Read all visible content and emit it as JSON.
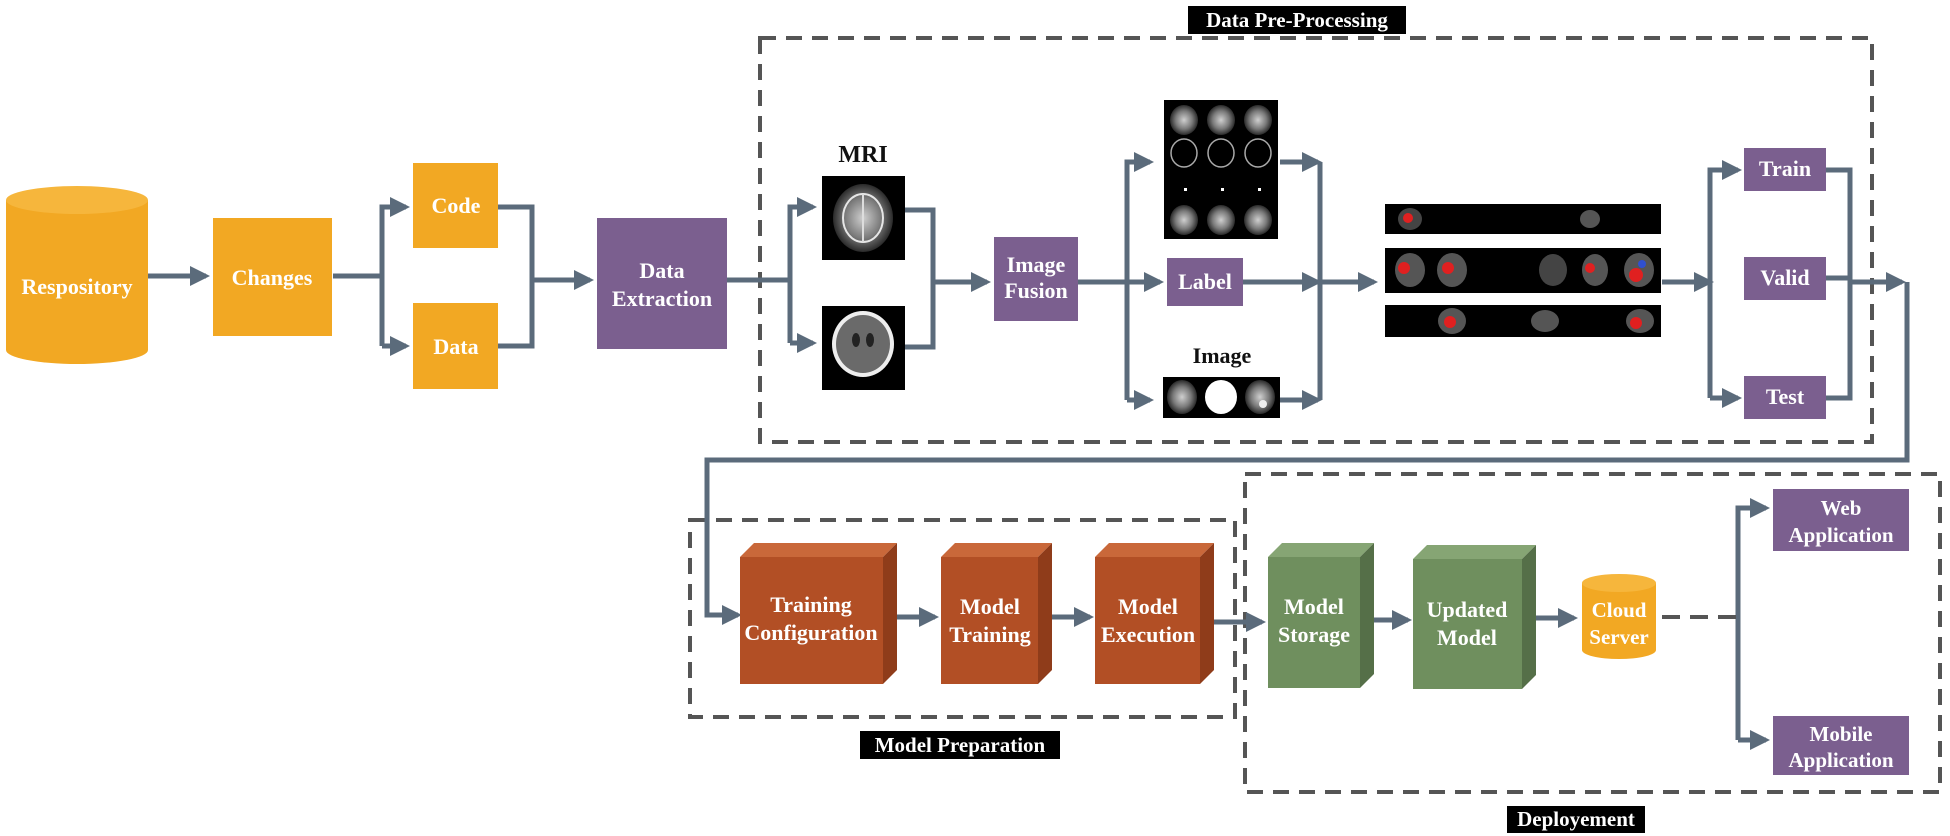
{
  "sections": {
    "preprocessing": "Data Pre-Processing",
    "model_preparation": "Model Preparation",
    "deployment": "Deployement"
  },
  "nodes": {
    "repository": "Respository",
    "changes": "Changes",
    "code": "Code",
    "data": "Data",
    "data_extraction": [
      "Data",
      "Extraction"
    ],
    "mri_label": "MRI",
    "image_fusion": [
      "Image",
      "Fusion"
    ],
    "label": "Label",
    "image_label": "Image",
    "train": "Train",
    "valid": "Valid",
    "test": "Test",
    "training_configuration": [
      "Training",
      "Configuration"
    ],
    "model_training": [
      "Model",
      "Training"
    ],
    "model_execution": [
      "Model",
      "Execution"
    ],
    "model_storage": [
      "Model",
      "Storage"
    ],
    "updated_model": [
      "Updated",
      "Model"
    ],
    "cloud_server": [
      "Cloud",
      "Server"
    ],
    "web_application": [
      "Web",
      "Application"
    ],
    "mobile_application": [
      "Mobile",
      "Application"
    ]
  },
  "colors": {
    "orange": "#f2a823",
    "purple": "#7b5f8f",
    "brown": "#b24f25",
    "green": "#6f8f5e",
    "arrow": "#5b6b7b",
    "dash": "#555555"
  }
}
